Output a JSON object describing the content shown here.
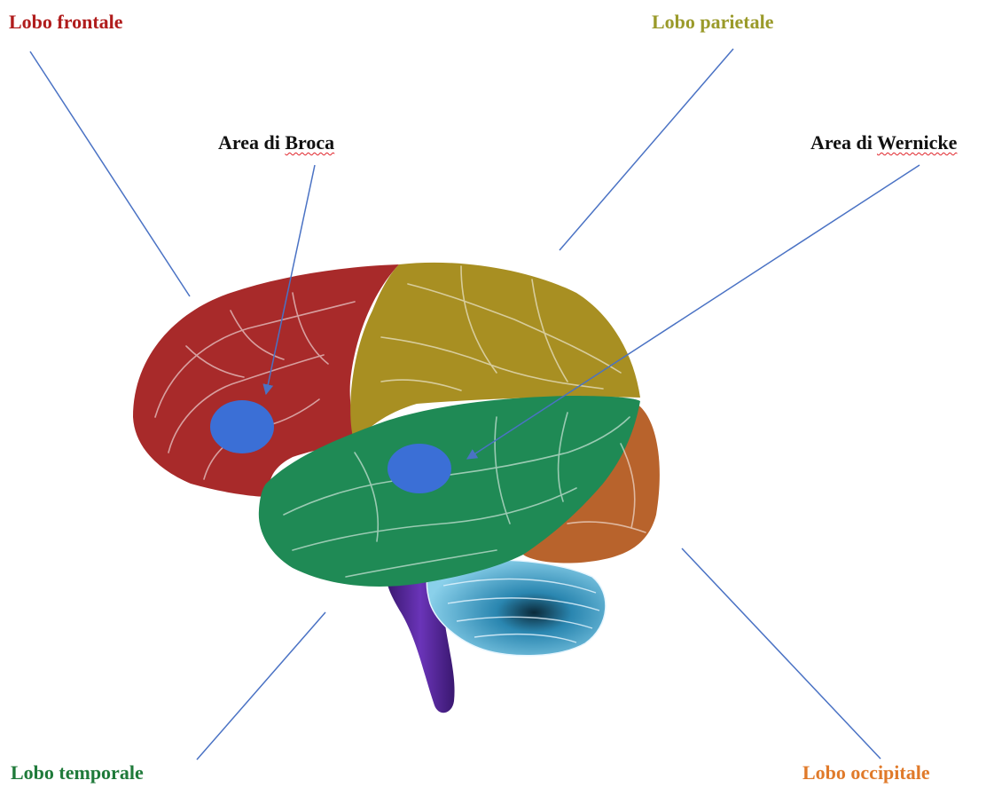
{
  "labels": {
    "frontal_lobe": "Lobo frontale",
    "parietal_lobe": "Lobo parietale",
    "broca_area": "Area di",
    "broca_area_name": "Broca",
    "wernicke_area": "Area di",
    "wernicke_area_name": "Wernicke",
    "temporal_lobe": "Lobo temporale",
    "occipital_lobe": "Lobo occipitale"
  },
  "colors": {
    "frontal_lobe": "#b01c1c",
    "parietal_lobe": "#9a9a2a",
    "broca_area": "#111111",
    "wernicke_area": "#111111",
    "temporal_lobe": "#1f7a3a",
    "occipital_lobe": "#e07a2a",
    "leader_line": "#4a72c4",
    "frontal_region": "#a82a2a",
    "parietal_region": "#a88f22",
    "temporal_region": "#1f8a55",
    "occipital_region": "#b8632c",
    "cerebellum_region": "#3b9fc6",
    "brainstem_region": "#5a2a9a",
    "area_marker": "#3b6fd6"
  }
}
